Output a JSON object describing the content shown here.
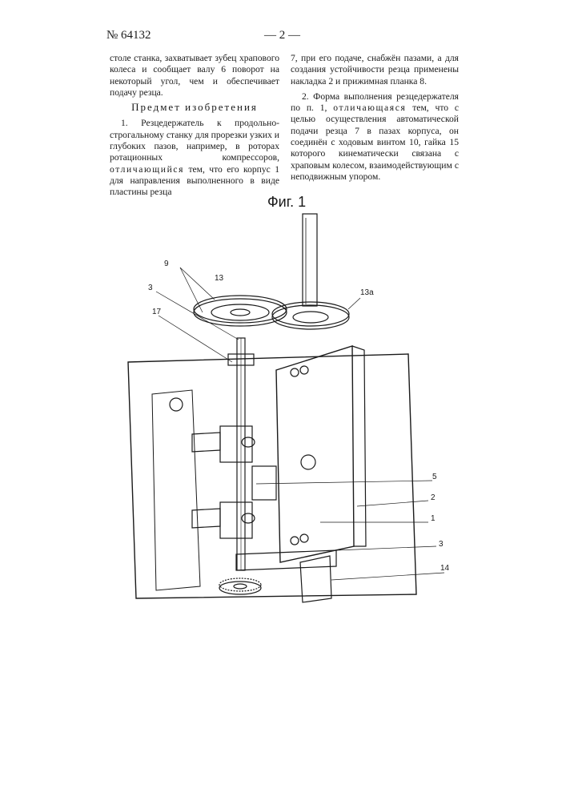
{
  "header": {
    "patent_number": "№ 64132",
    "page_number": "— 2 —"
  },
  "left_column": {
    "para_continued": "столе станка, захватывает зубец храпового колеса и сообщает валу 6 поворот на некоторый угол, чем и обеспечивает подачу резца.",
    "section_heading": "Предмет изобретения",
    "claim1_start": "1. Резцедержатель к продольно-строгальному станку для прорезки узких и глубоких пазов, например, в роторах ротационных компрессоров,",
    "claim1_emph": "отличающийся",
    "claim1_end": "тем, что его корпус 1 для направления выполненного в виде пластины резца"
  },
  "right_column": {
    "claim1_cont": "7, при его подаче, снабжён пазами, а для создания устойчивости резца применены накладка 2 и прижимная планка 8.",
    "claim2_start": "2. Форма выполнения резцедержателя по п. 1,",
    "claim2_emph": "отличающаяся",
    "claim2_end": "тем, что с целью осуществления автоматической подачи резца 7 в пазах корпуса, он соединён с ходовым винтом 10, гайка 15 которого кинематически связана с храповым колесом, взаимодействующим с неподвижным упором."
  },
  "figure": {
    "caption": "Фиг. 1",
    "labels": {
      "l9": "9",
      "l13": "13",
      "l13a": "13а",
      "l3top": "3",
      "l17": "17",
      "l5": "5",
      "l2": "2",
      "l1": "1",
      "l3bot": "3",
      "l14": "14"
    }
  }
}
